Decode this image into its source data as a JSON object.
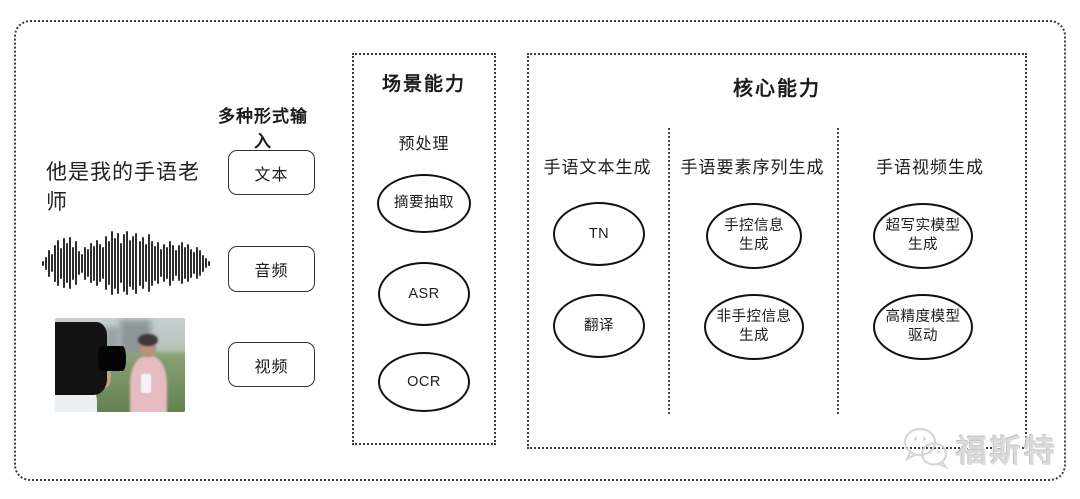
{
  "input_section": {
    "label": "多种形式输入",
    "text_example": "他是我的手语老师",
    "items": [
      {
        "label": "文本"
      },
      {
        "label": "音频"
      },
      {
        "label": "视频"
      }
    ]
  },
  "scene_box": {
    "title": "场景能力",
    "subtitle": "预处理",
    "nodes": [
      "摘要抽取",
      "ASR",
      "OCR"
    ]
  },
  "core_box": {
    "title": "核心能力",
    "columns": [
      {
        "header": "手语文本生成",
        "nodes": [
          "TN",
          "翻译"
        ]
      },
      {
        "header": "手语要素序列生成",
        "nodes": [
          [
            "手控信息",
            "生成"
          ],
          [
            "非手控信息",
            "生成"
          ]
        ]
      },
      {
        "header": "手语视频生成",
        "nodes": [
          [
            "超写实模型",
            "生成"
          ],
          [
            "高精度模型",
            "驱动"
          ]
        ]
      }
    ]
  },
  "watermark": {
    "text": "福斯特"
  },
  "waveform": {
    "heights": [
      0.08,
      0.2,
      0.42,
      0.28,
      0.58,
      0.72,
      0.48,
      0.78,
      0.62,
      0.82,
      0.52,
      0.68,
      0.38,
      0.3,
      0.52,
      0.44,
      0.62,
      0.55,
      0.72,
      0.6,
      0.5,
      0.84,
      0.68,
      1.0,
      0.8,
      0.95,
      0.62,
      0.9,
      1.0,
      0.74,
      0.85,
      0.95,
      0.7,
      0.82,
      0.6,
      0.9,
      0.7,
      0.54,
      0.66,
      0.44,
      0.6,
      0.5,
      0.7,
      0.56,
      0.4,
      0.56,
      0.66,
      0.5,
      0.6,
      0.46,
      0.34,
      0.5,
      0.4,
      0.26,
      0.16,
      0.08
    ]
  },
  "colors": {
    "frame_border": "#3c3c3c",
    "node_border": "#111111",
    "watermark_gray": "#dadada"
  }
}
